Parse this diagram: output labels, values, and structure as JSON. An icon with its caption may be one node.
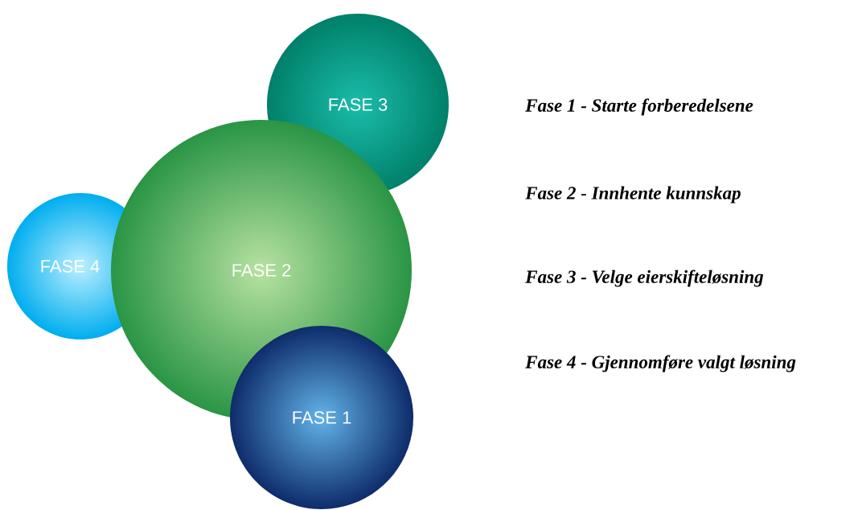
{
  "diagram": {
    "nodes": [
      {
        "text": [
          "FASE 3"
        ]
      },
      {
        "text": [
          "FASE 4"
        ]
      },
      {
        "text": [
          "FASE 2"
        ]
      },
      {
        "text": [
          "FASE 1"
        ]
      }
    ],
    "labels": [
      "Fase 1 - Starte forberedelsene",
      "Fase 2 - Innhente kunnskap",
      "Fase 3 - Velge eierskifteløsning",
      "Fase 4 - Gjennomføre valgt løsning"
    ]
  }
}
